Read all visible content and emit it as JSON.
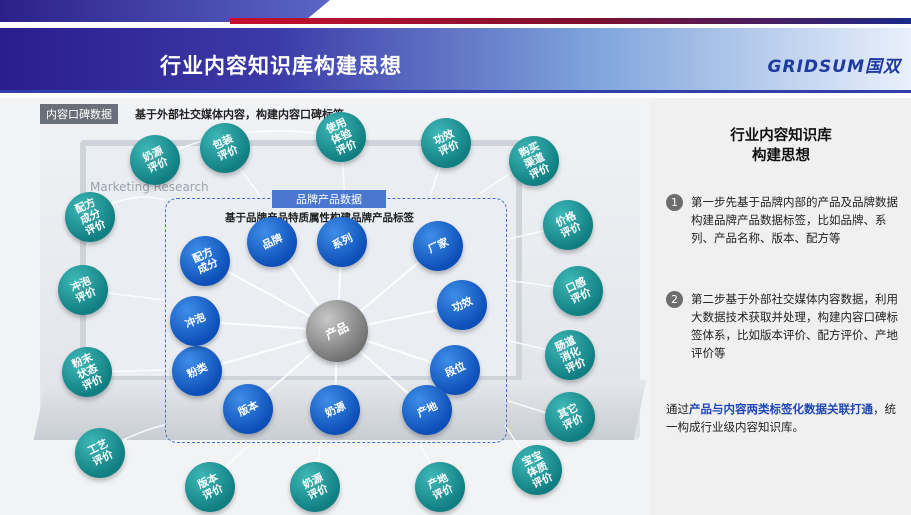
{
  "header": {
    "title": "行业内容知识库构建思想",
    "logo": "GRIDSUM国双"
  },
  "diagram": {
    "content_tag": "内容口碑数据",
    "content_caption": "基于外部社交媒体内容，构建内容口碑标签",
    "brand_tag": "品牌产品数据",
    "brand_caption": "基于品牌产品特质属性构建品牌产品标签",
    "center": "产品",
    "inner_nodes": [
      "配方\n成分",
      "品牌",
      "系列",
      "厂家",
      "功效",
      "段位",
      "产地",
      "奶源",
      "版本",
      "粉类",
      "冲泡"
    ],
    "outer_nodes": [
      "奶源\n评价",
      "包装\n评价",
      "使用\n体验\n评价",
      "功效\n评价",
      "购买\n渠道\n评价",
      "价格\n评价",
      "口感\n评价",
      "肠道\n消化\n评价",
      "其它\n评价",
      "宝宝\n体质\n评价",
      "产地\n评价",
      "奶源\n评价",
      "版本\n评价",
      "工艺\n评价",
      "粉末\n状态\n评价",
      "冲泡\n评价",
      "配方\n成分\n评价"
    ],
    "screen_text": "Marketing Research"
  },
  "panel": {
    "title_line1": "行业内容知识库",
    "title_line2": "构建思想",
    "step1_num": "1",
    "step1_text": "第一步先基于品牌内部的产品及品牌数据构建品牌产品数据标签，比如品牌、系列、产品名称、版本、配方等",
    "step2_num": "2",
    "step2_text": "第二步基于外部社交媒体内容数据，利用大数据技术获取并处理，构建内容口碑标签体系，比如版本评价、配方评价、产地评价等",
    "summary_pre": "通过",
    "summary_bold": "产品与内容两类标签化数据关联打通",
    "summary_post": "，统一构成行业级内容知识库。"
  }
}
